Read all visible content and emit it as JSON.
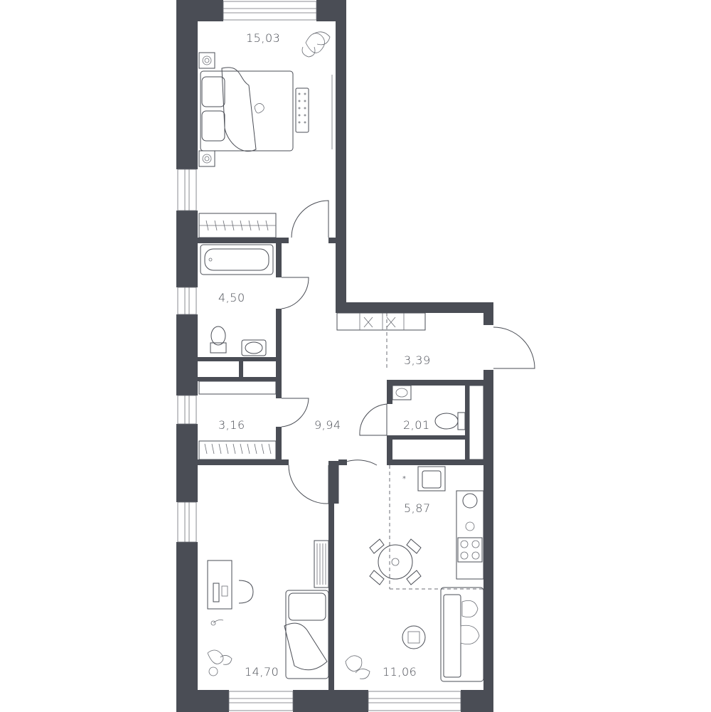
{
  "rooms": [
    {
      "id": "bedroom-1",
      "area": "15,03"
    },
    {
      "id": "bathroom",
      "area": "4,50"
    },
    {
      "id": "entrance-hall",
      "area": "3,39"
    },
    {
      "id": "wardrobe",
      "area": "3,16"
    },
    {
      "id": "corridor",
      "area": "9,94"
    },
    {
      "id": "toilet",
      "area": "2,01"
    },
    {
      "id": "kitchen",
      "area": "5,87"
    },
    {
      "id": "bedroom-2",
      "area": "14,70"
    },
    {
      "id": "living-room",
      "area": "11,06"
    }
  ],
  "colors": {
    "wall": "#4a4d55",
    "background": "#ffffff"
  }
}
